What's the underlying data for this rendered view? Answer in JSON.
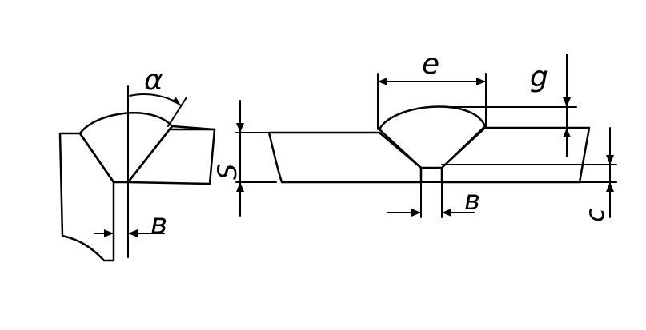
{
  "labels": {
    "alpha": "α",
    "b_left": "в",
    "s": "S",
    "e": "e",
    "g": "g",
    "b_right": "в",
    "c": "c"
  }
}
